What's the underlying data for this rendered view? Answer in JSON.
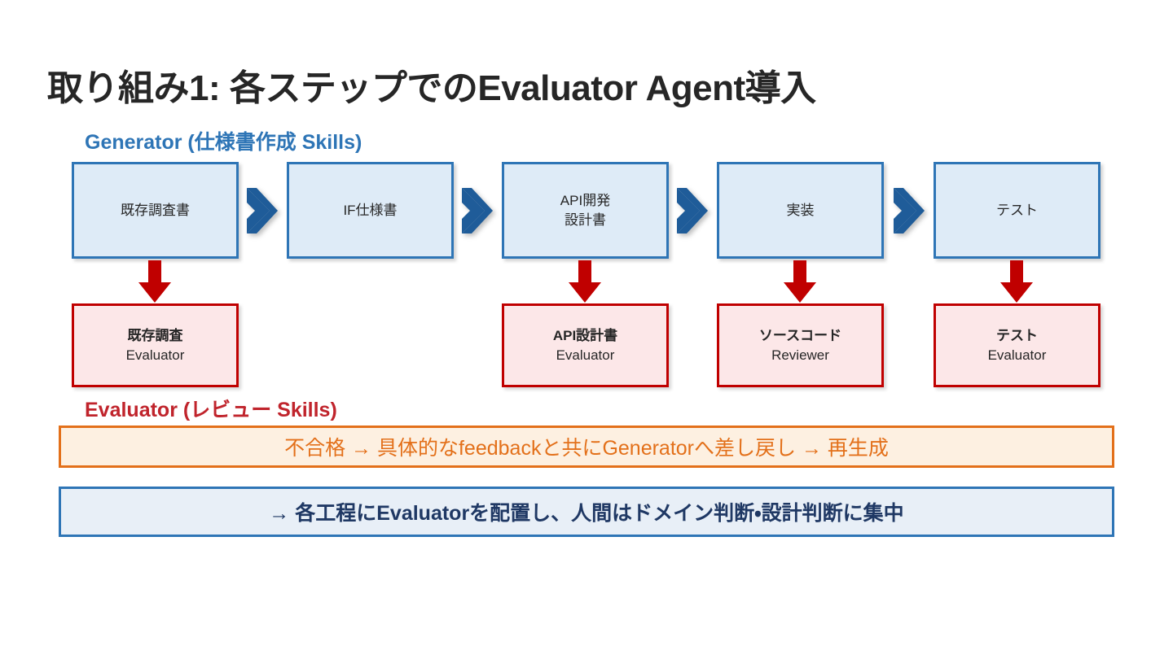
{
  "slide": {
    "title": "取り組み1: 各ステップでのEvaluator Agent導入"
  },
  "sections": {
    "generator_heading": "Generator (仕様書作成 Skills)",
    "evaluator_heading": "Evaluator (レビュー Skills)"
  },
  "generator_steps": [
    {
      "label": "既存調査書"
    },
    {
      "label": "IF仕様書"
    },
    {
      "label": "API開発\n設計書"
    },
    {
      "label": "実装"
    },
    {
      "label": "テスト"
    }
  ],
  "evaluators": [
    {
      "line1": "既存調査",
      "line2": "Evaluator"
    },
    {
      "line1": "API設計書",
      "line2": "Evaluator"
    },
    {
      "line1": "ソースコード",
      "line2": "Reviewer"
    },
    {
      "line1": "テスト",
      "line2": "Evaluator"
    }
  ],
  "banners": {
    "feedback": "不合格 → 具体的なfeedbackと共にGeneratorへ差し戻し → 再生成",
    "conclusion": "→ 各工程にEvaluatorを配置し、人間はドメイン判断・設計判断に集中"
  },
  "colors": {
    "step_border": "#2E75B6",
    "step_fill": "#DEEBF7",
    "eval_border": "#C00000",
    "eval_fill": "#FCE7E8",
    "chevron": "#1F5C99",
    "down_arrow": "#C00000",
    "feedback_border": "#E3701A",
    "feedback_fill": "#FDF0E1",
    "feedback_text": "#E3701A",
    "conclusion_border": "#2E75B6",
    "conclusion_fill": "#E8EFF7",
    "conclusion_text": "#1F3864",
    "generator_heading": "#2E75B6",
    "evaluator_heading": "#C0242C",
    "title_text": "#262626"
  }
}
